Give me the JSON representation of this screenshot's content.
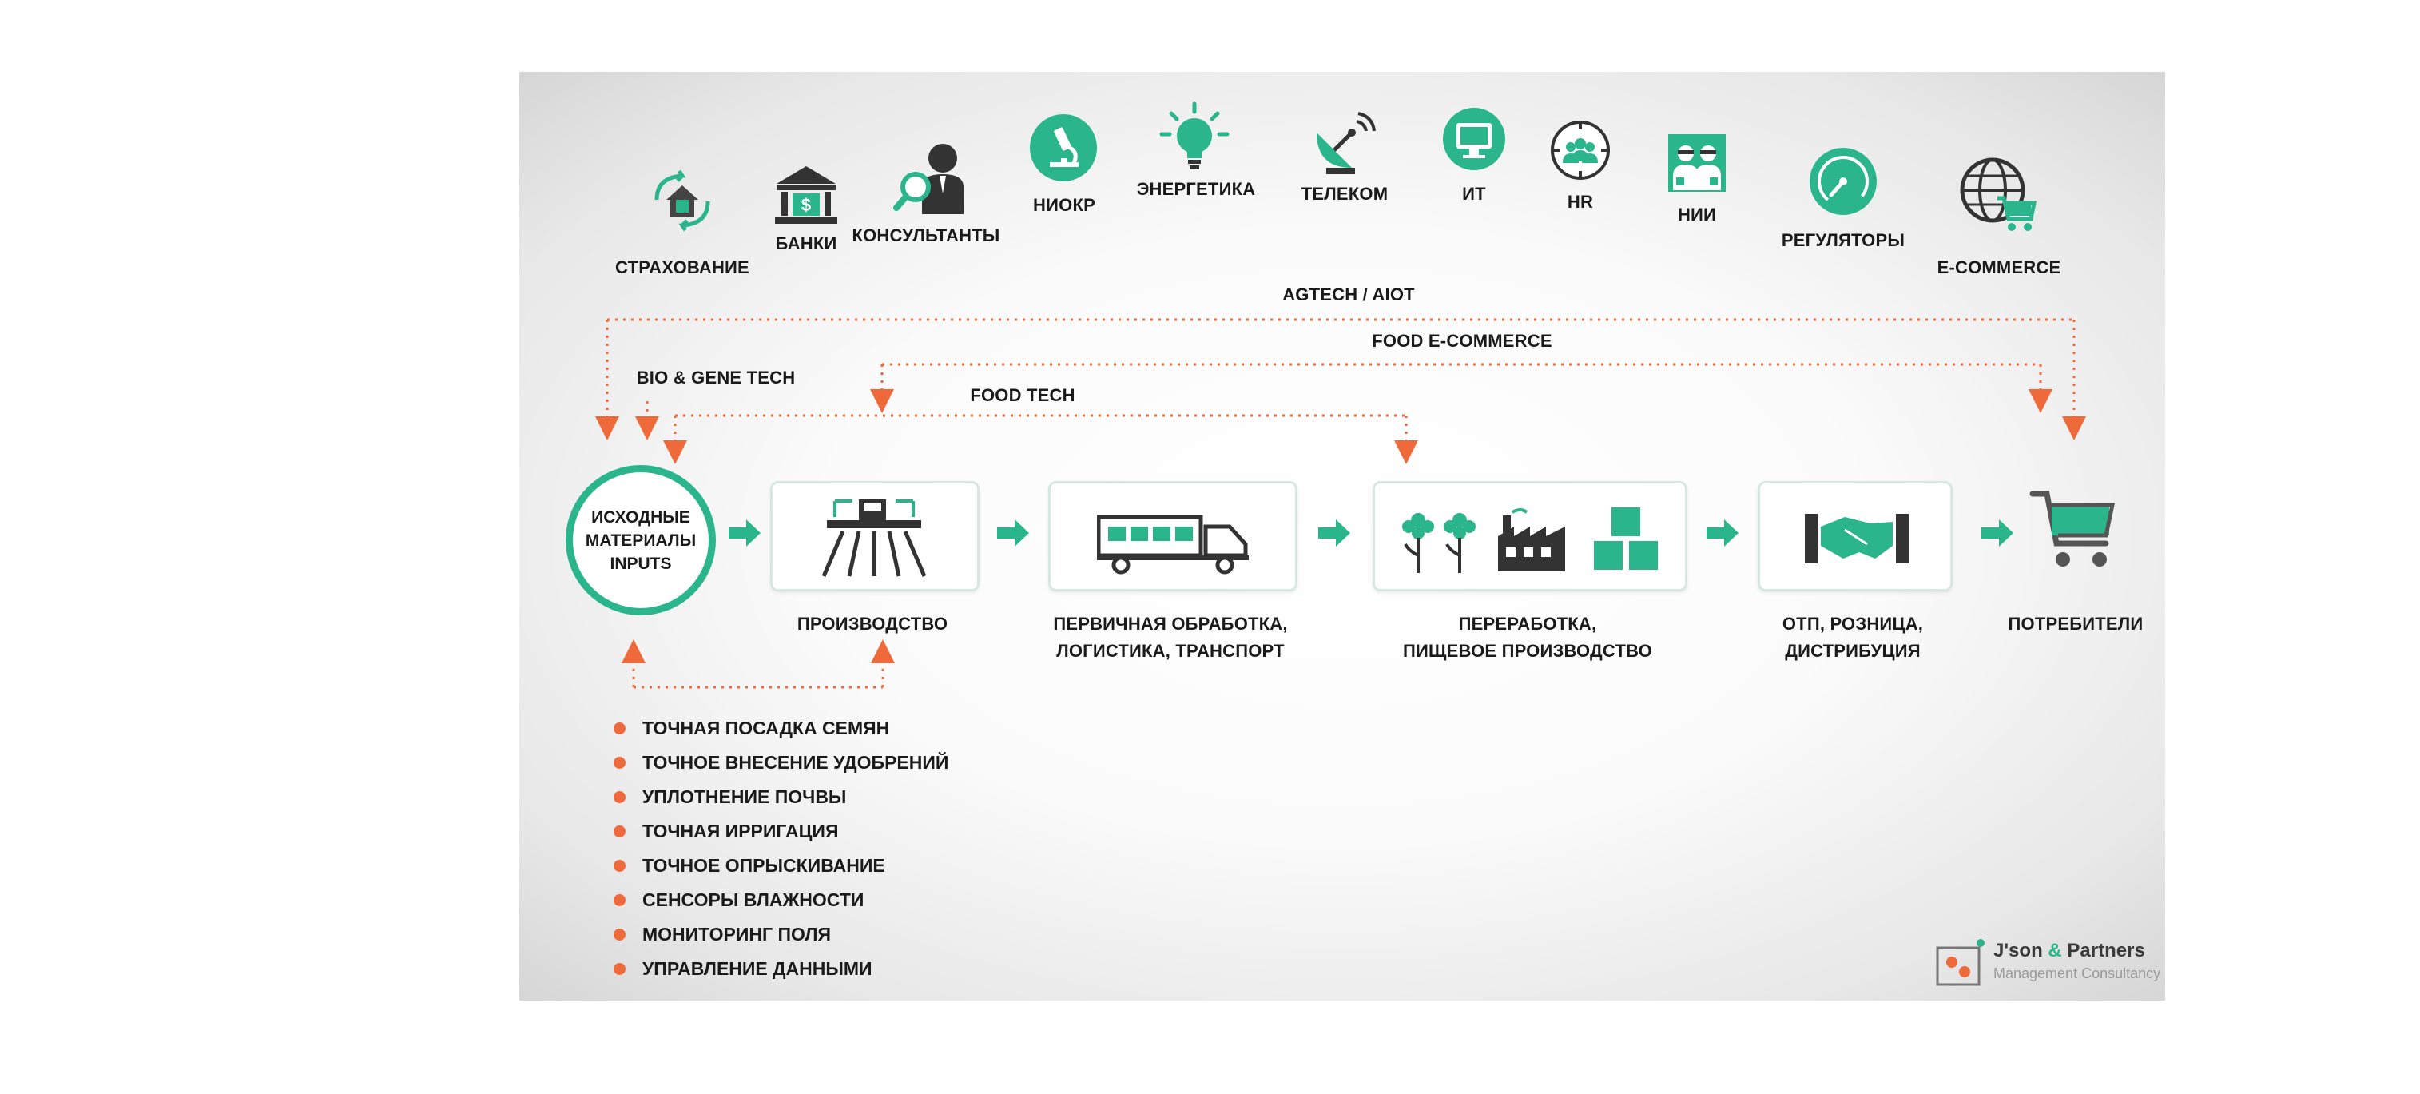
{
  "colors": {
    "accent_green": "#2ab58d",
    "accent_orange": "#ef6a3b",
    "text_dark": "#1a1a1a"
  },
  "industries": [
    {
      "label": "Страхование",
      "icon": "insurance-icon"
    },
    {
      "label": "Банки",
      "icon": "bank-icon"
    },
    {
      "label": "Консультанты",
      "icon": "consultant-icon"
    },
    {
      "label": "НИОКР",
      "icon": "microscope-icon"
    },
    {
      "label": "Энергетика",
      "icon": "lightbulb-icon"
    },
    {
      "label": "Телеком",
      "icon": "satellite-dish-icon"
    },
    {
      "label": "ИТ",
      "icon": "computer-icon"
    },
    {
      "label": "HR",
      "icon": "people-icon"
    },
    {
      "label": "НИИ",
      "icon": "scientists-icon"
    },
    {
      "label": "Регуляторы",
      "icon": "gauge-icon"
    },
    {
      "label": "E-commerce",
      "icon": "globe-cart-icon"
    }
  ],
  "tech_links": {
    "agtech": "AGTECH / AIOT",
    "food_ecommerce": "FOOD E-COMMERCE",
    "bio_gene": "BIO & GENE TECH",
    "food_tech": "FOOD TECH"
  },
  "stages": {
    "inputs": [
      "Исходные",
      "материалы",
      "inputs"
    ],
    "production": "Производство",
    "primary": [
      "Первичная обработка,",
      "логистика, транспорт"
    ],
    "processing": [
      "Переработка,",
      "пищевое производство"
    ],
    "retail": [
      "ОТП, розница,",
      "дистрибуция"
    ],
    "consumers": "Потребители"
  },
  "precision_list": [
    "Точная посадка семян",
    "Точное внесение удобрений",
    "Уплотнение почвы",
    "Точная ирригация",
    "Точное опрыскивание",
    "Сенсоры влажности",
    "Мониторинг поля",
    "Управление данными"
  ],
  "logo": {
    "name_part1": "J'son ",
    "amp": "&",
    "name_part2": " Partners",
    "subtitle": "Management Consultancy"
  }
}
